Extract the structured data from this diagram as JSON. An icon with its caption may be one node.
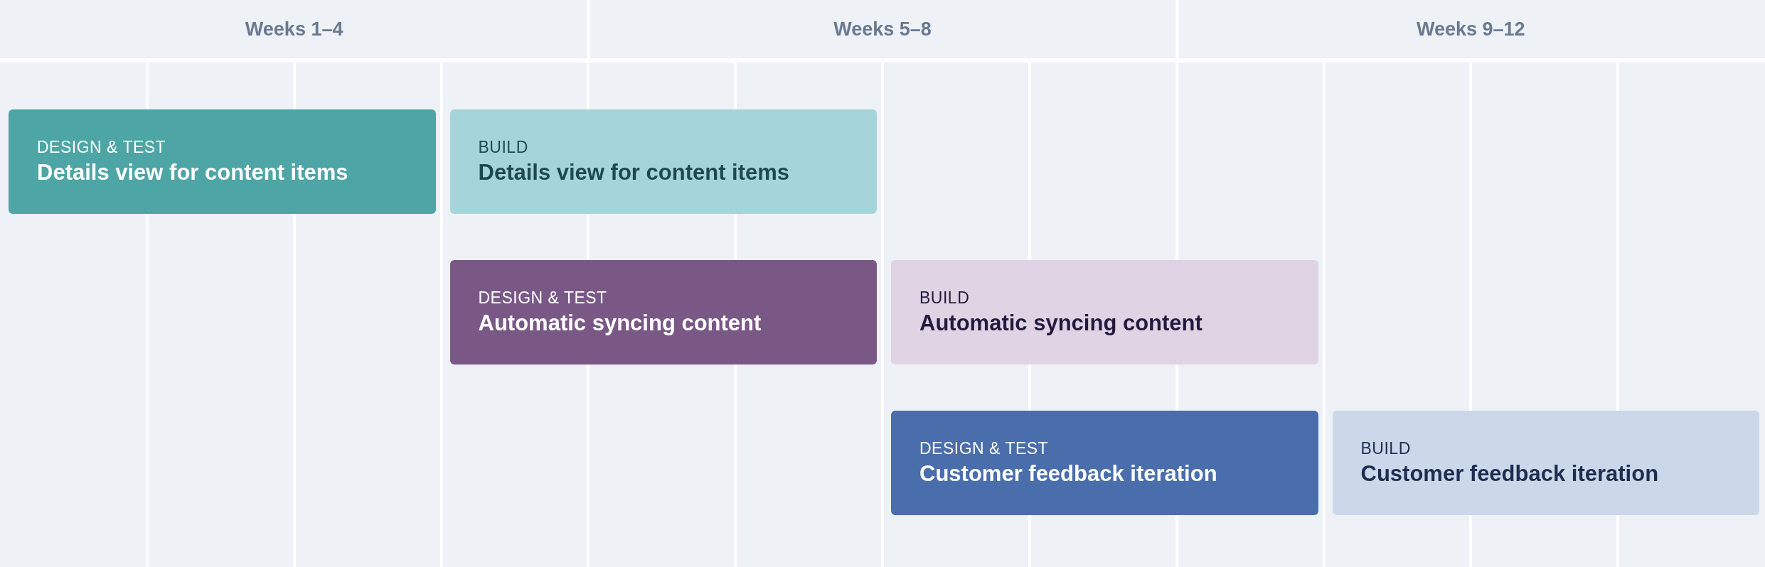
{
  "diagram": {
    "nodes": [
      {
        "text": [
          "Weeks 1–4"
        ]
      },
      {
        "text": [
          "Weeks 5–8"
        ]
      },
      {
        "text": [
          "Weeks 9–12"
        ]
      },
      {
        "text": [
          "DESIGN & TEST",
          "Details view for content items"
        ]
      },
      {
        "text": [
          "BUILD",
          "Details view for content items"
        ]
      },
      {
        "text": [
          "DESIGN & TEST",
          "Automatic syncing content"
        ]
      },
      {
        "text": [
          "BUILD",
          "Automatic syncing content"
        ]
      },
      {
        "text": [
          "DESIGN & TEST",
          "Customer feedback iteration"
        ]
      },
      {
        "text": [
          "BUILD",
          "Customer feedback iteration"
        ]
      }
    ]
  }
}
